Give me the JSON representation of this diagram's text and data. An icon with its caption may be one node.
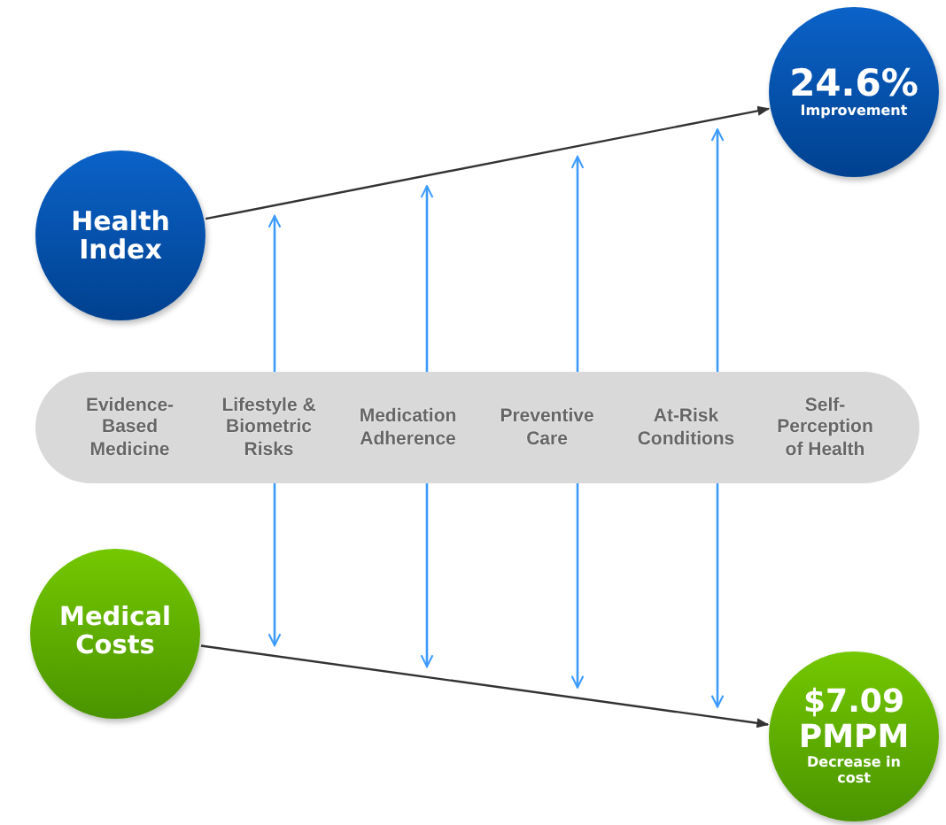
{
  "diagram": {
    "nodes": [
      {
        "text": [
          "Health Index"
        ]
      },
      {
        "text": [
          "24.6%",
          "Improvement"
        ]
      },
      {
        "text": [
          "Evidence-Based Medicine",
          "Lifestyle & Biometric Risks",
          "Medication Adherence",
          "Preventive Care",
          "At-Risk Conditions",
          "Self-Perception of Health"
        ]
      },
      {
        "text": [
          "Medical Costs"
        ]
      },
      {
        "text": [
          "$7.09 PMPM",
          "Decrease in cost"
        ]
      }
    ],
    "edges": [
      {
        "from": 0,
        "to": 1,
        "arrow": "to",
        "color": "#333333"
      },
      {
        "from": 3,
        "to": 4,
        "arrow": "to",
        "color": "#333333"
      },
      {
        "from": 2,
        "to": null,
        "arrow": "to"
      },
      {
        "from": 2,
        "to": null,
        "arrow": "to"
      },
      {
        "from": 2,
        "to": null,
        "arrow": "to"
      },
      {
        "from": 2,
        "to": null,
        "arrow": "to"
      },
      {
        "from": 2,
        "to": null,
        "arrow": "to"
      },
      {
        "from": 2,
        "to": null,
        "arrow": "to"
      },
      {
        "from": 2,
        "to": null,
        "arrow": "to"
      },
      {
        "from": 2,
        "to": null,
        "arrow": "to"
      }
    ]
  }
}
